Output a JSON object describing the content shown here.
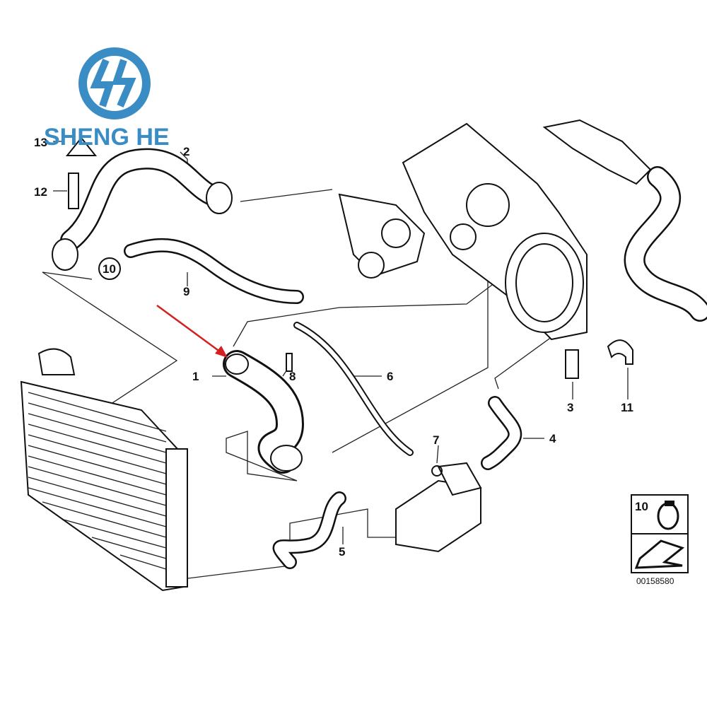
{
  "logo": {
    "brand_name": "SHENG HE",
    "color": "#3a8cc4"
  },
  "diagram": {
    "callouts": [
      "1",
      "2",
      "3",
      "4",
      "5",
      "6",
      "7",
      "8",
      "9",
      "10",
      "11",
      "12",
      "13"
    ],
    "legend_box": {
      "item_number": "10"
    },
    "drawing_number": "00158580",
    "arrow_color": "#d42020"
  }
}
